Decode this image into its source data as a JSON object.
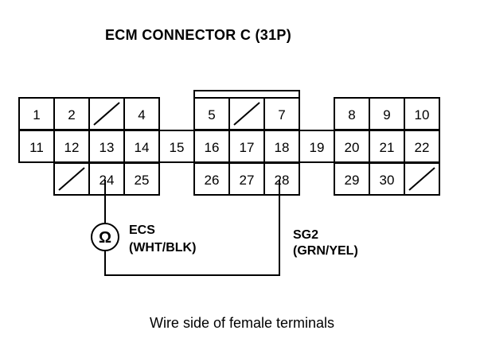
{
  "title": "ECM CONNECTOR C (31P)",
  "caption": "Wire side of female terminals",
  "row1": [
    "1",
    "2",
    "",
    "4",
    "5",
    "",
    "7",
    "8",
    "9",
    "10"
  ],
  "row2": [
    "11",
    "12",
    "13",
    "14",
    "15",
    "16",
    "17",
    "18",
    "19",
    "20",
    "21",
    "22"
  ],
  "row3": [
    "",
    "24",
    "25",
    "26",
    "27",
    "28",
    "29",
    "30",
    ""
  ],
  "ecs": {
    "name": "ECS",
    "wire": "(WHT/BLK)",
    "symbol": "Ω"
  },
  "sg2": {
    "name": "SG2",
    "wire": "(GRN/YEL)"
  }
}
